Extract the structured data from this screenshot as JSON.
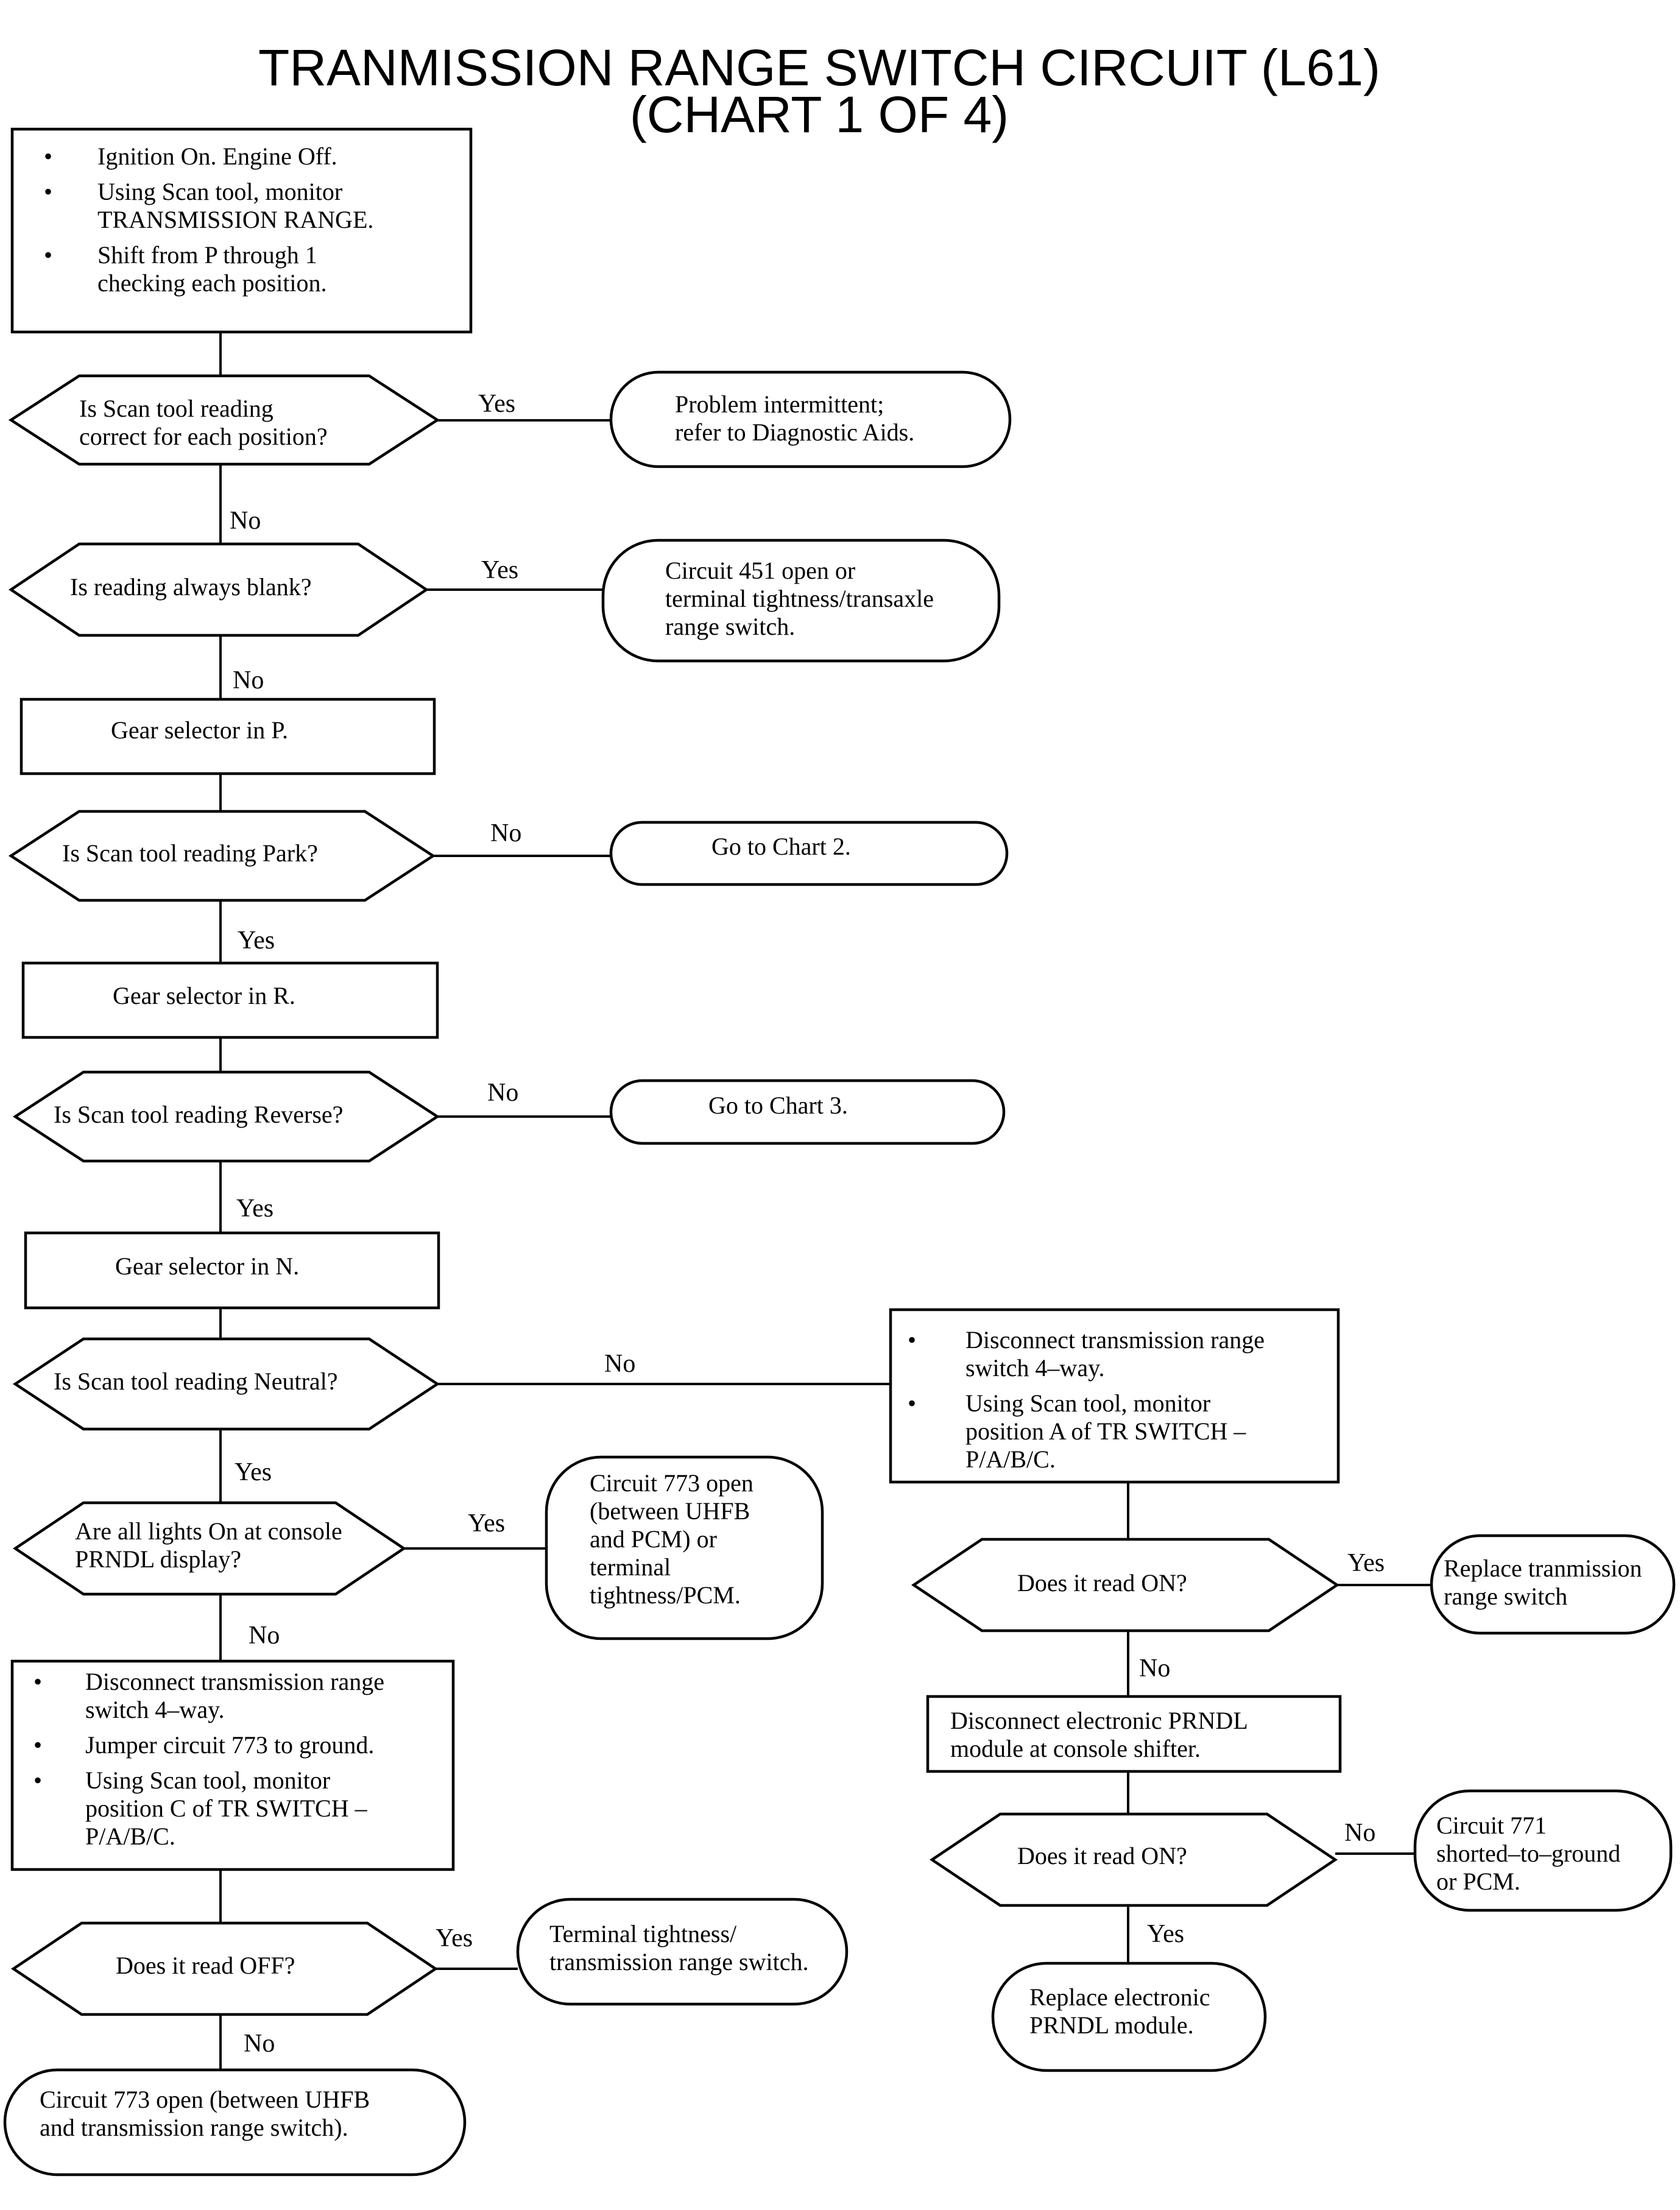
{
  "title": {
    "line1": "TRANMISSION RANGE SWITCH CIRCUIT (L61)",
    "line2": "(CHART 1 OF 4)"
  },
  "boxes": {
    "start": {
      "items": [
        [
          "Ignition On. Engine Off."
        ],
        [
          "Using Scan tool, monitor",
          "TRANSMISSION RANGE."
        ],
        [
          "Shift from P through 1",
          "checking each position."
        ]
      ]
    },
    "q1": {
      "lines": [
        "Is Scan tool reading",
        "correct for each position?"
      ]
    },
    "t1": {
      "lines": [
        "Problem intermittent;",
        "refer to Diagnostic Aids."
      ]
    },
    "q2": {
      "lines": [
        "Is reading always blank?"
      ]
    },
    "t2": {
      "lines": [
        "Circuit 451 open or",
        "terminal tightness/transaxle",
        "range switch."
      ]
    },
    "s_p": {
      "lines": [
        "Gear selector in P."
      ]
    },
    "q3": {
      "lines": [
        "Is Scan tool reading Park?"
      ]
    },
    "t3": {
      "lines": [
        "Go to Chart 2."
      ]
    },
    "s_r": {
      "lines": [
        "Gear selector in R."
      ]
    },
    "q4": {
      "lines": [
        "Is Scan tool reading Reverse?"
      ]
    },
    "t4": {
      "lines": [
        "Go to Chart 3."
      ]
    },
    "s_n": {
      "lines": [
        "Gear selector in N."
      ]
    },
    "q5": {
      "lines": [
        "Is Scan tool reading Neutral?"
      ]
    },
    "q6": {
      "lines": [
        "Are all lights On at console",
        "PRNDL display?"
      ]
    },
    "t6": {
      "lines": [
        "Circuit 773 open",
        "(between UHFB",
        "and PCM) or",
        "terminal",
        "tightness/PCM."
      ]
    },
    "a1": {
      "items": [
        [
          "Disconnect transmission range",
          "switch 4–way."
        ],
        [
          "Jumper circuit 773 to ground."
        ],
        [
          "Using Scan tool, monitor",
          "position C of TR SWITCH –",
          "P/A/B/C."
        ]
      ]
    },
    "q7": {
      "lines": [
        "Does it read OFF?"
      ]
    },
    "t7": {
      "lines": [
        "Terminal tightness/",
        "transmission range switch."
      ]
    },
    "t8": {
      "lines": [
        "Circuit 773 open (between UHFB",
        "and transmission range switch)."
      ]
    },
    "a2": {
      "items": [
        [
          "Disconnect transmission range",
          "switch  4–way."
        ],
        [
          "Using Scan tool, monitor",
          "position A of TR SWITCH –",
          "P/A/B/C."
        ]
      ]
    },
    "q8": {
      "lines": [
        "Does it read ON?"
      ]
    },
    "t9": {
      "lines": [
        "Replace tranmission",
        "range switch"
      ]
    },
    "a3": {
      "lines": [
        "Disconnect electronic PRNDL",
        "module at console shifter."
      ]
    },
    "q9": {
      "lines": [
        "Does it read ON?"
      ]
    },
    "t10": {
      "lines": [
        "Circuit 771",
        "shorted–to–ground",
        "or PCM."
      ]
    },
    "t11": {
      "lines": [
        "Replace electronic",
        "PRNDL module."
      ]
    }
  },
  "labels": {
    "q1_yes": "Yes",
    "q1_no": "No",
    "q2_yes": "Yes",
    "q2_no": "No",
    "q3_no": "No",
    "q3_yes": "Yes",
    "q4_no": "No",
    "q4_yes": "Yes",
    "q5_no": "No",
    "q5_yes": "Yes",
    "q6_yes": "Yes",
    "q6_no": "No",
    "q7_yes": "Yes",
    "q7_no": "No",
    "q8_yes": "Yes",
    "q8_no": "No",
    "q9_no": "No",
    "q9_yes": "Yes"
  },
  "bullet": "•"
}
